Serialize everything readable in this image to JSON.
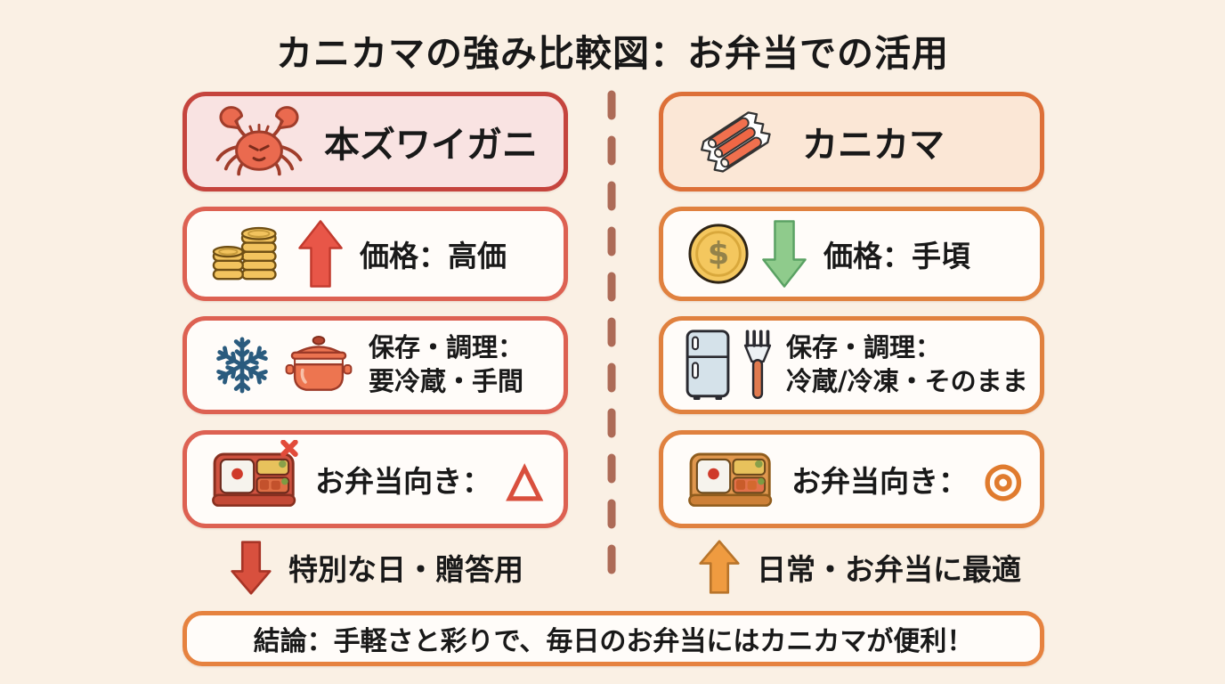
{
  "title": "カニカマの強み比較図：お弁当での活用",
  "colors": {
    "background": "#faf0e4",
    "left_theme_border": "#c5443d",
    "left_card_border": "#dd6152",
    "left_header_bg": "#f9e3e2",
    "right_theme_border": "#dd7038",
    "right_card_border": "#e0813f",
    "right_header_bg": "#fbe7d6",
    "divider": "#ad6b57",
    "triangle_mark": "#d94f3d",
    "double_circle_mark": "#e07b2e"
  },
  "left_column": {
    "header": {
      "label": "本ズワイガニ",
      "icon": "crab-icon"
    },
    "price_card": {
      "label": "価格：高価",
      "icons": [
        "coin-stack-icon",
        "arrow-up-red-icon"
      ]
    },
    "storage_card": {
      "label_line1": "保存・調理：",
      "label_line2": "要冷蔵・手間",
      "icons": [
        "snowflake-icon",
        "pot-icon"
      ]
    },
    "bento_card": {
      "label": "お弁当向き：",
      "mark": "△",
      "icons": [
        "bento-box-icon",
        "cross-badge-icon"
      ]
    },
    "summary": {
      "label": "特別な日・贈答用",
      "icon": "arrow-down-red-icon"
    }
  },
  "right_column": {
    "header": {
      "label": "カニカマ",
      "icon": "crab-sticks-icon"
    },
    "price_card": {
      "label": "価格：手頃",
      "icons": [
        "dollar-coin-icon",
        "arrow-down-green-icon"
      ]
    },
    "storage_card": {
      "label_line1": "保存・調理：",
      "label_line2": "冷蔵/冷凍・そのまま",
      "icons": [
        "fridge-icon",
        "fork-icon"
      ]
    },
    "bento_card": {
      "label": "お弁当向き：",
      "mark": "◎",
      "icons": [
        "bento-box-icon"
      ]
    },
    "summary": {
      "label": "日常・お弁当に最適",
      "icon": "arrow-up-orange-icon"
    }
  },
  "conclusion": {
    "label": "結論：手軽さと彩りで、毎日のお弁当にはカニカマが便利！"
  }
}
